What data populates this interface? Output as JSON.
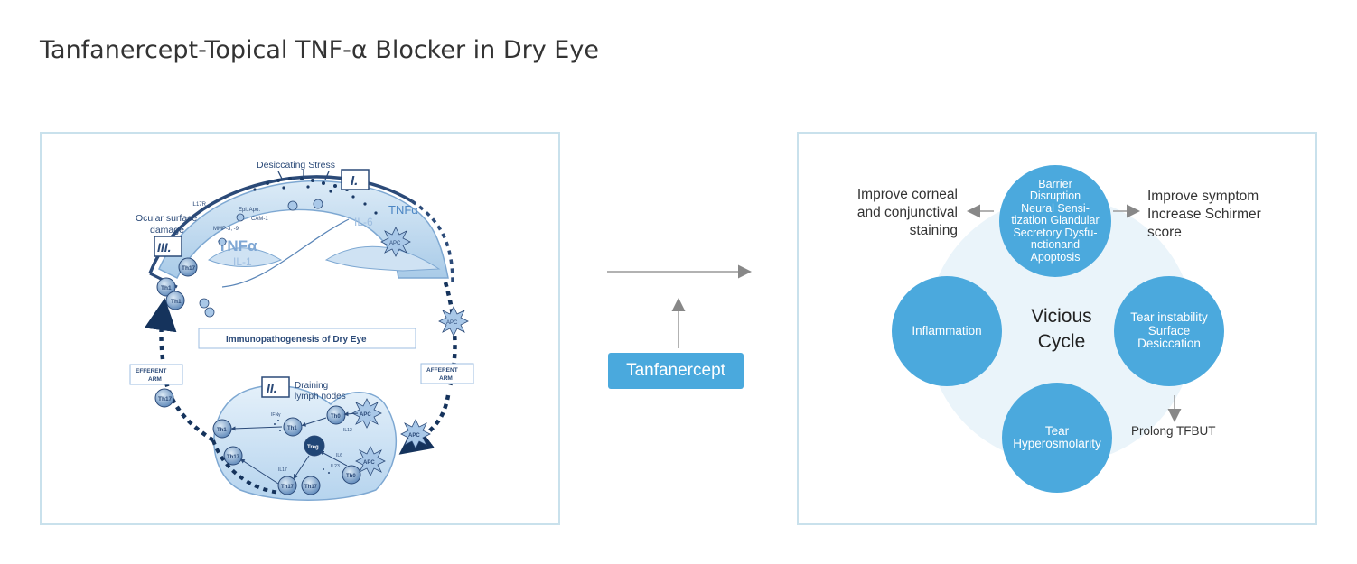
{
  "title": "Tanfanercept-Topical TNF-α Blocker in Dry Eye",
  "left_diagram": {
    "desiccating_stress": "Desiccating Stress",
    "stage_1": "I.",
    "stage_2": "II.",
    "stage_3": "III.",
    "tnf_alpha_top": "TNFα",
    "tnf_alpha_mid": "TNFα",
    "il6": "IL-6",
    "il1": "IL-1",
    "il17r": "IL17R",
    "epi_apo": "Epi. Apo.",
    "mmp": "MMP-3, -9",
    "cam": "CAM-1",
    "ocular_surface_damage_1": "Ocular surface",
    "ocular_surface_damage_2": "damage",
    "immunopathogenesis": "Immunopathogenesis of Dry Eye",
    "efferent_arm_1": "EFFERENT",
    "efferent_arm_2": "ARM",
    "afferent_arm_1": "AFFERENT",
    "afferent_arm_2": "ARM",
    "draining_1": "Draining",
    "draining_2": "lymph nodes",
    "cells": {
      "apc": "APC",
      "th17": "Th17",
      "th1": "Th1",
      "th0": "Th0",
      "treg": "Treg",
      "ifng": "IFNγ",
      "il12": "IL12",
      "il17": "IL17",
      "il6_small": "IL6",
      "il23": "IL23"
    }
  },
  "middle": {
    "button_label": "Tanfanercept"
  },
  "right_diagram": {
    "center_line1": "Vicious",
    "center_line2": "Cycle",
    "top_circle": [
      "Barrier",
      "Disruption",
      "Neural Sensi-",
      "tization Glandular",
      "Secretory Dysfu-",
      "nctionand",
      "Apoptosis"
    ],
    "left_circle": "Inflammation",
    "right_circle": [
      "Tear instability",
      "Surface",
      "Desiccation"
    ],
    "bottom_circle": [
      "Tear",
      "Hyperosmolarity"
    ],
    "outcome_left": [
      "Improve corneal",
      "and conjunctival",
      "staining"
    ],
    "outcome_right": [
      "Improve symptom",
      "Increase Schirmer",
      "score"
    ],
    "outcome_bottom": "Prolong TFBUT"
  },
  "colors": {
    "accent": "#4aa9dd",
    "panel_border": "#c9e1ec",
    "cycle_bg": "#eaf4fa",
    "text_dark": "#333333",
    "diagram_navy": "#2b4a78"
  }
}
